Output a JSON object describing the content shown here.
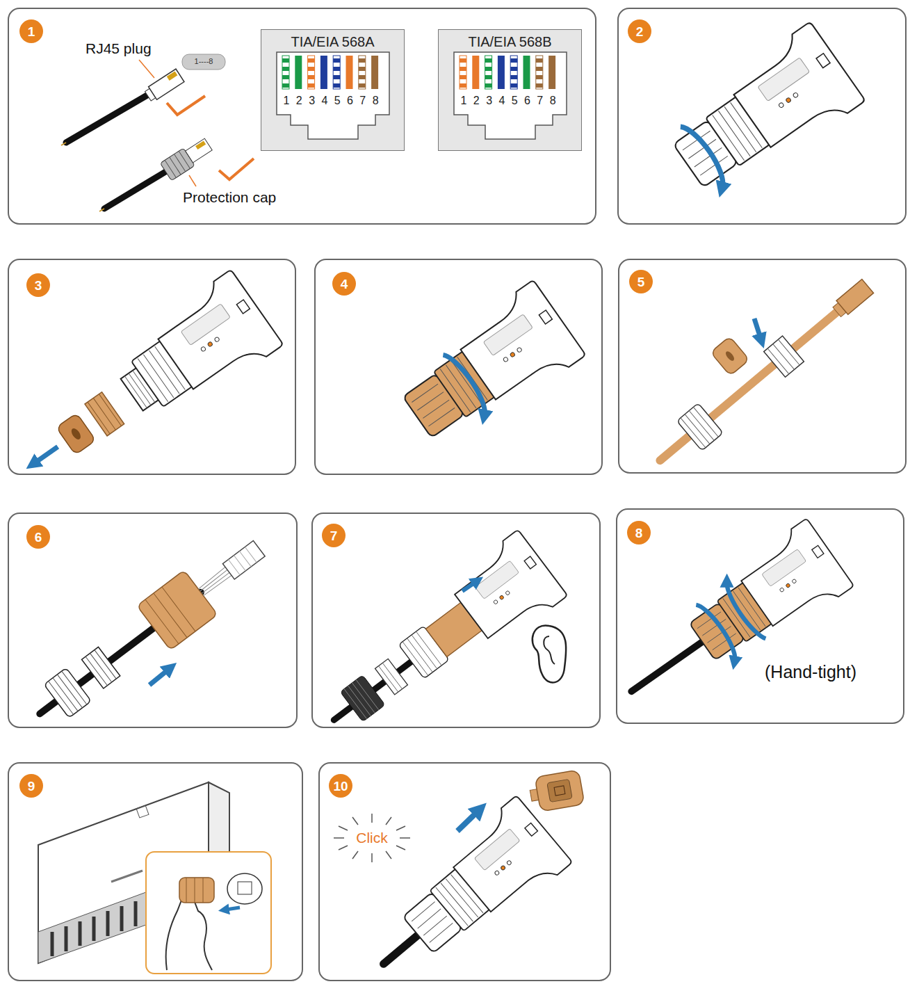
{
  "diagram": {
    "nodes": [
      {
        "text": [
          "1"
        ]
      },
      {
        "text": [
          "TIA/EIA 568A",
          "1",
          "2",
          "3",
          "4",
          "5",
          "6",
          "7",
          "8"
        ]
      },
      {
        "text": [
          "TIA/EIA 568B",
          "1",
          "2",
          "3",
          "4",
          "5",
          "6",
          "7",
          "8"
        ]
      },
      {
        "text": [
          "2"
        ]
      },
      {
        "text": [
          "3"
        ]
      },
      {
        "text": [
          "4"
        ]
      },
      {
        "text": [
          "5"
        ]
      },
      {
        "text": [
          "6"
        ]
      },
      {
        "text": [
          "7"
        ]
      },
      {
        "text": [
          "8"
        ]
      },
      {
        "text": [
          "9"
        ]
      },
      {
        "text": [
          "10"
        ]
      }
    ],
    "labels": [
      "RJ45 plug",
      "1----8",
      "Protection cap",
      "(Hand-tight)",
      "Click"
    ]
  }
}
